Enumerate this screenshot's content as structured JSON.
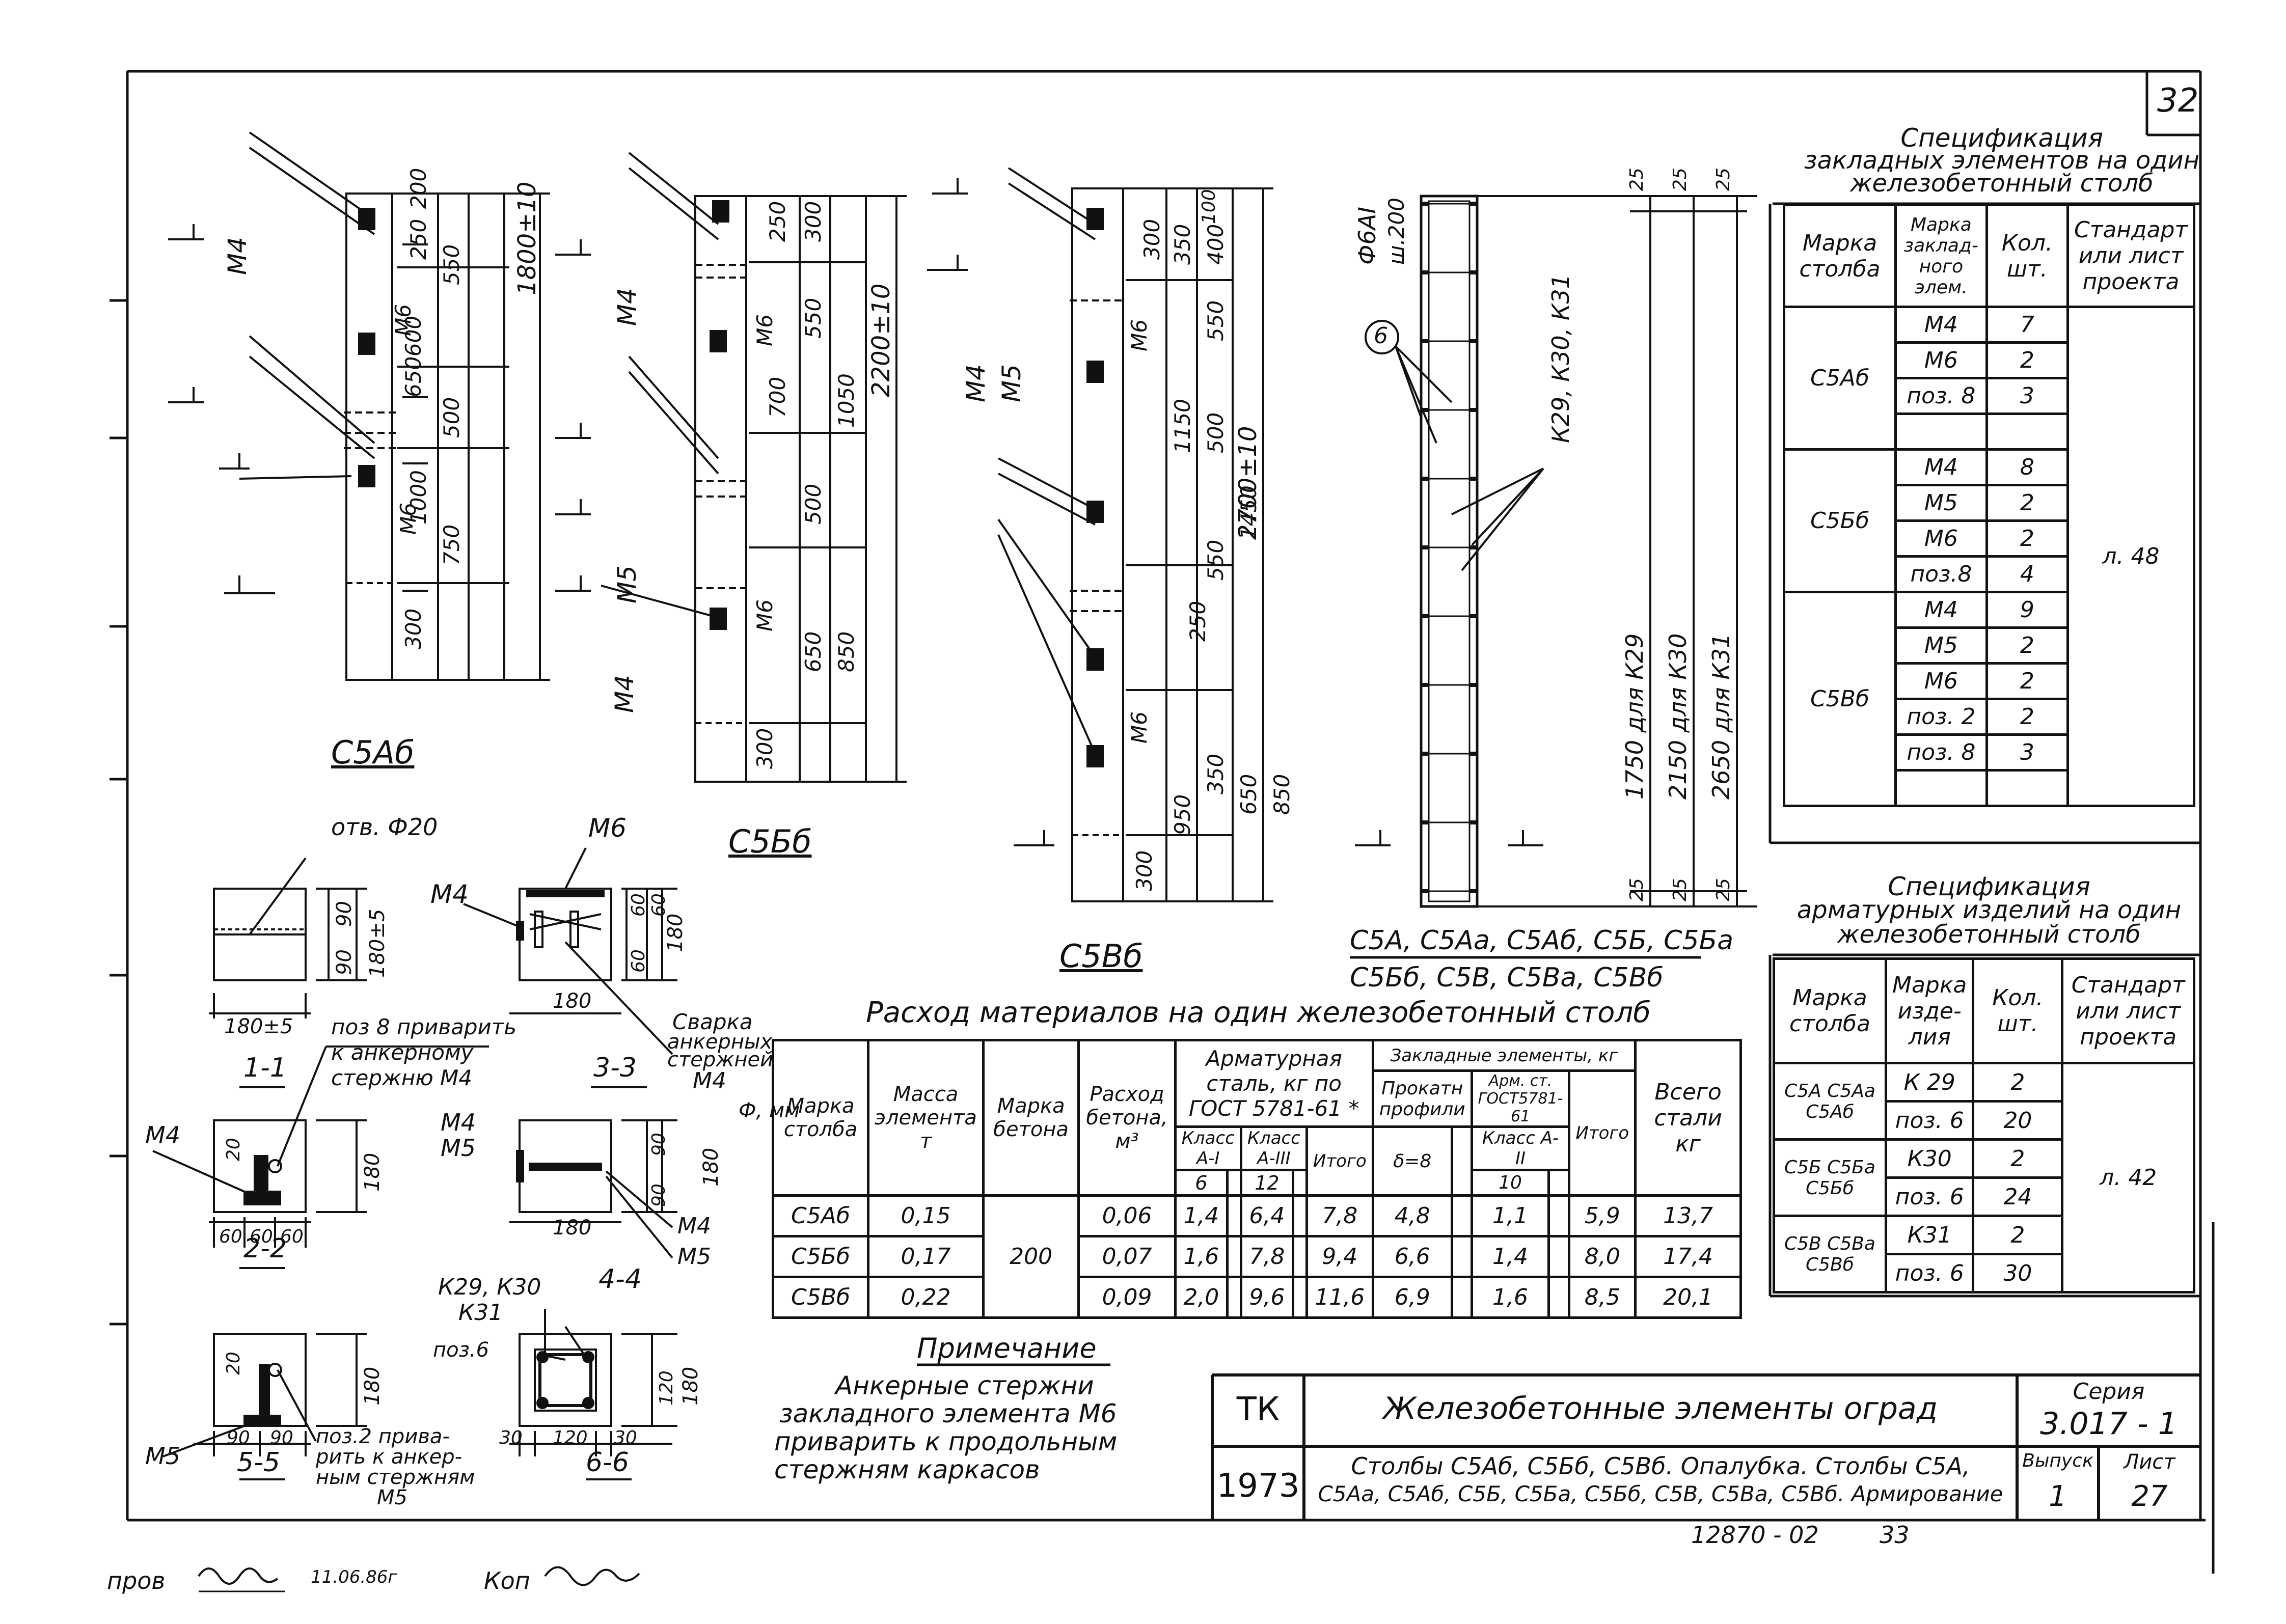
{
  "sheet": {
    "page_number": "32",
    "footer_code": "12870 - 02",
    "footer_page": "33",
    "bottom_note_left": "пров",
    "bottom_note_date": "11.06.86г",
    "bottom_note_right": "Коп"
  },
  "drawings": {
    "c5ab_label": "С5Аб",
    "c5bb_label": "С5Бб",
    "c5vb_label": "С5Вб",
    "c5ab_total": "1800±10",
    "c5bb_total": "2200±10",
    "c5vb_total": "2700±10",
    "cage_bar": "Ф6АI",
    "cage_step": "ш.200",
    "cage_pos": "6",
    "cage_marks": "К29, К30, К31",
    "cage_len_k29": "1750 для К29",
    "cage_len_k30": "2150 для К30",
    "cage_len_k31": "2650 для К31",
    "cage_end": "25",
    "applies_line1": "С5А, С5Аа, С5Аб, С5Б, С5Ба",
    "applies_line2": "С5Бб, С5В, С5Ва, С5Вб"
  },
  "dims_c5ab": [
    "200",
    "250",
    "550",
    "600",
    "650",
    "500",
    "1000",
    "750",
    "300"
  ],
  "dims_c5bb": [
    "250",
    "300",
    "550",
    "1050",
    "700",
    "500",
    "650",
    "850",
    "300"
  ],
  "dims_c5vb": [
    "100",
    "300",
    "350",
    "400",
    "550",
    "1150",
    "500",
    "1450",
    "550",
    "250",
    "350",
    "650",
    "850",
    "950",
    "300"
  ],
  "sections": {
    "s1_title": "1-1",
    "s1_hole": "отв. Ф20",
    "s1_w": "180±5",
    "s1_h": "180±5",
    "s1_90": "90",
    "s2_title": "2-2",
    "s2_w": "180",
    "s2_60": "60",
    "s2_20": "20",
    "s3_title": "3-3",
    "s3_w": "180",
    "s3_60": "60",
    "s4_title": "4-4",
    "s4_w": "180",
    "s4_90": "90",
    "s5_title": "5-5",
    "s5_w": "180",
    "s5_90": "90",
    "s5_20": "20",
    "s6_title": "6-6",
    "s6_w": "180",
    "s6_120": "120",
    "s6_30": "30",
    "m4": "М4",
    "m5": "М5",
    "m6": "М6",
    "k29k30": "К29, К30",
    "k31": "К31",
    "poz6": "поз.6",
    "poz8_note_1": "поз 8  приварить",
    "poz8_note_2": "к анкерному",
    "poz8_note_3": "стержню  М4",
    "svarka_1": "Сварка",
    "svarka_2": "анкерных",
    "svarka_3": "стержней",
    "poz2_note_1": "поз.2 прива-",
    "poz2_note_2": "рить к анкер-",
    "poz2_note_3": "ным стержням",
    "poz2_note_4": "М5"
  },
  "spec_embedded": {
    "title_1": "Спецификация",
    "title_2": "закладных элементов на один",
    "title_3": "железобетонный   столб",
    "headers": [
      "Марка столба",
      "Марка заклад-ного элем.",
      "Кол. шт.",
      "Стандарт или лист проекта"
    ],
    "groups": [
      {
        "column": "С5Аб",
        "rows": [
          [
            "М4",
            "7"
          ],
          [
            "М6",
            "2"
          ],
          [
            "поз. 8",
            "3"
          ],
          [
            "",
            ""
          ]
        ]
      },
      {
        "column": "С5Бб",
        "rows": [
          [
            "М4",
            "8"
          ],
          [
            "М5",
            "2"
          ],
          [
            "М6",
            "2"
          ],
          [
            "поз.8",
            "4"
          ]
        ]
      },
      {
        "column": "С5Вб",
        "rows": [
          [
            "М4",
            "9"
          ],
          [
            "М5",
            "2"
          ],
          [
            "М6",
            "2"
          ],
          [
            "поз. 2",
            "2"
          ],
          [
            "поз. 8",
            "3"
          ],
          [
            "",
            ""
          ]
        ]
      }
    ],
    "sheet_ref": "л. 48"
  },
  "spec_rebar": {
    "title_1": "Спецификация",
    "title_2": "арматурных изделий на один",
    "title_3": "железобетонный   столб",
    "headers": [
      "Марка столба",
      "Марка изде-лия",
      "Кол. шт.",
      "Стандарт или лист проекта"
    ],
    "groups": [
      {
        "column": "С5А С5Аа С5Аб",
        "rows": [
          [
            "К 29",
            "2"
          ],
          [
            "поз. 6",
            "20"
          ]
        ]
      },
      {
        "column": "С5Б С5Ба С5Бб",
        "rows": [
          [
            "К30",
            "2"
          ],
          [
            "поз. 6",
            "24"
          ]
        ]
      },
      {
        "column": "С5В С5Ва С5Вб",
        "rows": [
          [
            "К31",
            "2"
          ],
          [
            "поз. 6",
            "30"
          ]
        ]
      }
    ],
    "sheet_ref": "л. 42"
  },
  "materials": {
    "title": "Расход   материалов на один   железобетонный  столб",
    "h_mark": "Марка столба",
    "h_mass": "Масса элемента т",
    "h_concrete_mark": "Марка бетона",
    "h_concrete_use": "Расход бетона, м³",
    "h_rebar": "Арматурная сталь, кг по ГОСТ 5781-61 *",
    "h_class1": "Класс А-I",
    "h_class3": "Класс А-III",
    "h_phi": "Ф, мм",
    "h_6": "6",
    "h_12": "12",
    "h_total": "Итого",
    "h_embedded": "Закладные элементы, кг",
    "h_rolled": "Прокатн профили",
    "h_d8": "δ=8",
    "h_armst": "Арм. ст. ГОСТ5781-61",
    "h_class2": "Класс А-II",
    "h_10": "10",
    "h_all": "Всего стали кг",
    "concrete_grade": "200",
    "rows": [
      [
        "С5Аб",
        "0,15",
        "0,06",
        "1,4",
        "6,4",
        "7,8",
        "4,8",
        "1,1",
        "5,9",
        "13,7"
      ],
      [
        "С5Бб",
        "0,17",
        "0,07",
        "1,6",
        "7,8",
        "9,4",
        "6,6",
        "1,4",
        "8,0",
        "17,4"
      ],
      [
        "С5Вб",
        "0,22",
        "0,09",
        "2,0",
        "9,6",
        "11,6",
        "6,9",
        "1,6",
        "8,5",
        "20,1"
      ]
    ]
  },
  "note": {
    "title": "Примечание",
    "l1": "Анкерные  стержни",
    "l2": "закладного  элемента М6",
    "l3": "приварить к продольным",
    "l4": "стержням   каркасов"
  },
  "title_block": {
    "tk": "ТК",
    "year": "1973",
    "name": "Железобетонные   элементы   оград",
    "desc_1": "Столбы С5Аб, С5Бб, С5Вб. Опалубка. Столбы С5А,",
    "desc_2": "С5Аа, С5Аб, С5Б, С5Ба, С5Бб, С5В, С5Ва, С5Вб. Армирование",
    "series_label": "Серия",
    "series": "3.017 - 1",
    "issue_label": "Выпуск",
    "sheet_label": "Лист",
    "issue": "1",
    "sheet": "27"
  }
}
